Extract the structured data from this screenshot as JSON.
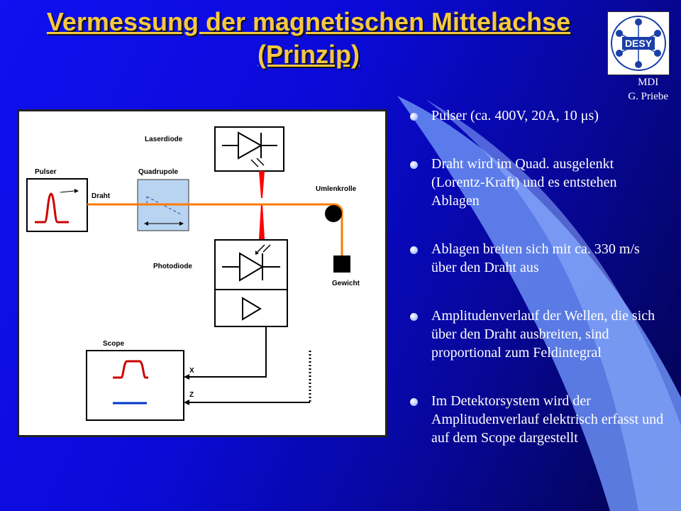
{
  "slide": {
    "title": "Vermessung der magnetischen Mittelachse (Prinzip)",
    "logo_text": "DESY",
    "author_line1": "MDI",
    "author_line2": "G. Priebe"
  },
  "diagram": {
    "labels": {
      "laserdiode": "Laserdiode",
      "pulser": "Pulser",
      "quadrupole": "Quadrupole",
      "draht": "Draht",
      "umlenkrolle": "Umlenkrolle",
      "photodiode": "Photodiode",
      "gewicht": "Gewicht",
      "scope": "Scope",
      "x": "X",
      "z": "Z"
    }
  },
  "bullets": [
    {
      "text": "Pulser (ca. 400V, 20A, 10 μs)"
    },
    {
      "text": "Draht wird im Quad. ausgelenkt (Lorentz-Kraft) und es entstehen Ablagen"
    },
    {
      "text": "Ablagen breiten sich mit ca. 330 m/s über den Draht aus"
    },
    {
      "text": "Amplitudenverlauf der Wellen, die sich über den Draht ausbreiten, sind proportional zum Feldintegral"
    },
    {
      "text": "Im Detektorsystem wird der Amplitudenverlauf elektrisch erfasst und auf dem Scope dargestellt"
    }
  ],
  "colors": {
    "title": "#f5c842",
    "wire": "#ff7a00",
    "laser": "#ff0000",
    "scope_trace_z": "#0033cc",
    "quadrupole": "#b8d4f0"
  }
}
